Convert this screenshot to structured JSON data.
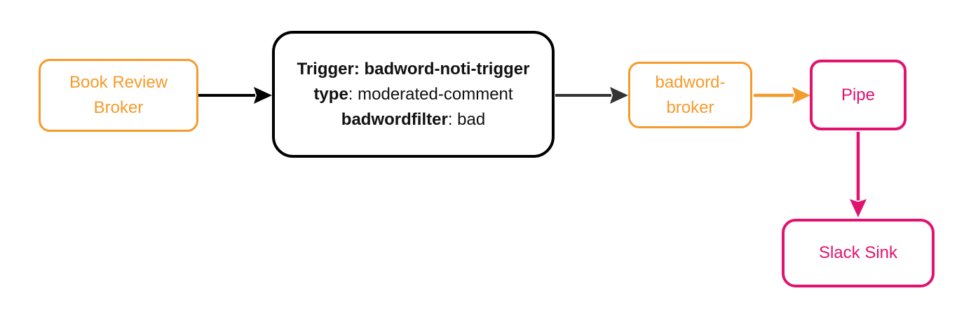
{
  "diagram": {
    "type": "flowchart",
    "direction": "left-to-right"
  },
  "nodes": {
    "book_review_broker": {
      "line1": "Book Review",
      "line2": "Broker"
    },
    "trigger": {
      "line1_bold": "Trigger: badword-noti-trigger",
      "line2_bold": "type",
      "line2_rest": ": moderated-comment",
      "line3_bold": "badwordfilter",
      "line3_rest": ": bad"
    },
    "badword_broker": {
      "line1": "badword-",
      "line2": "broker"
    },
    "pipe": {
      "label": "Pipe"
    },
    "slack_sink": {
      "label": "Slack Sink"
    }
  },
  "edges": {
    "book_review_broker_to_trigger": {
      "color": "#000000"
    },
    "trigger_to_badword_broker": {
      "color": "#333333"
    },
    "badword_broker_to_pipe": {
      "color": "#F59B2B"
    },
    "pipe_to_slack_sink": {
      "color": "#E01370"
    }
  },
  "colors": {
    "orange": "#F59B2B",
    "pink": "#E01370",
    "node_black": "#000000",
    "edge_dark": "#333333",
    "background": "#FFFFFF"
  }
}
